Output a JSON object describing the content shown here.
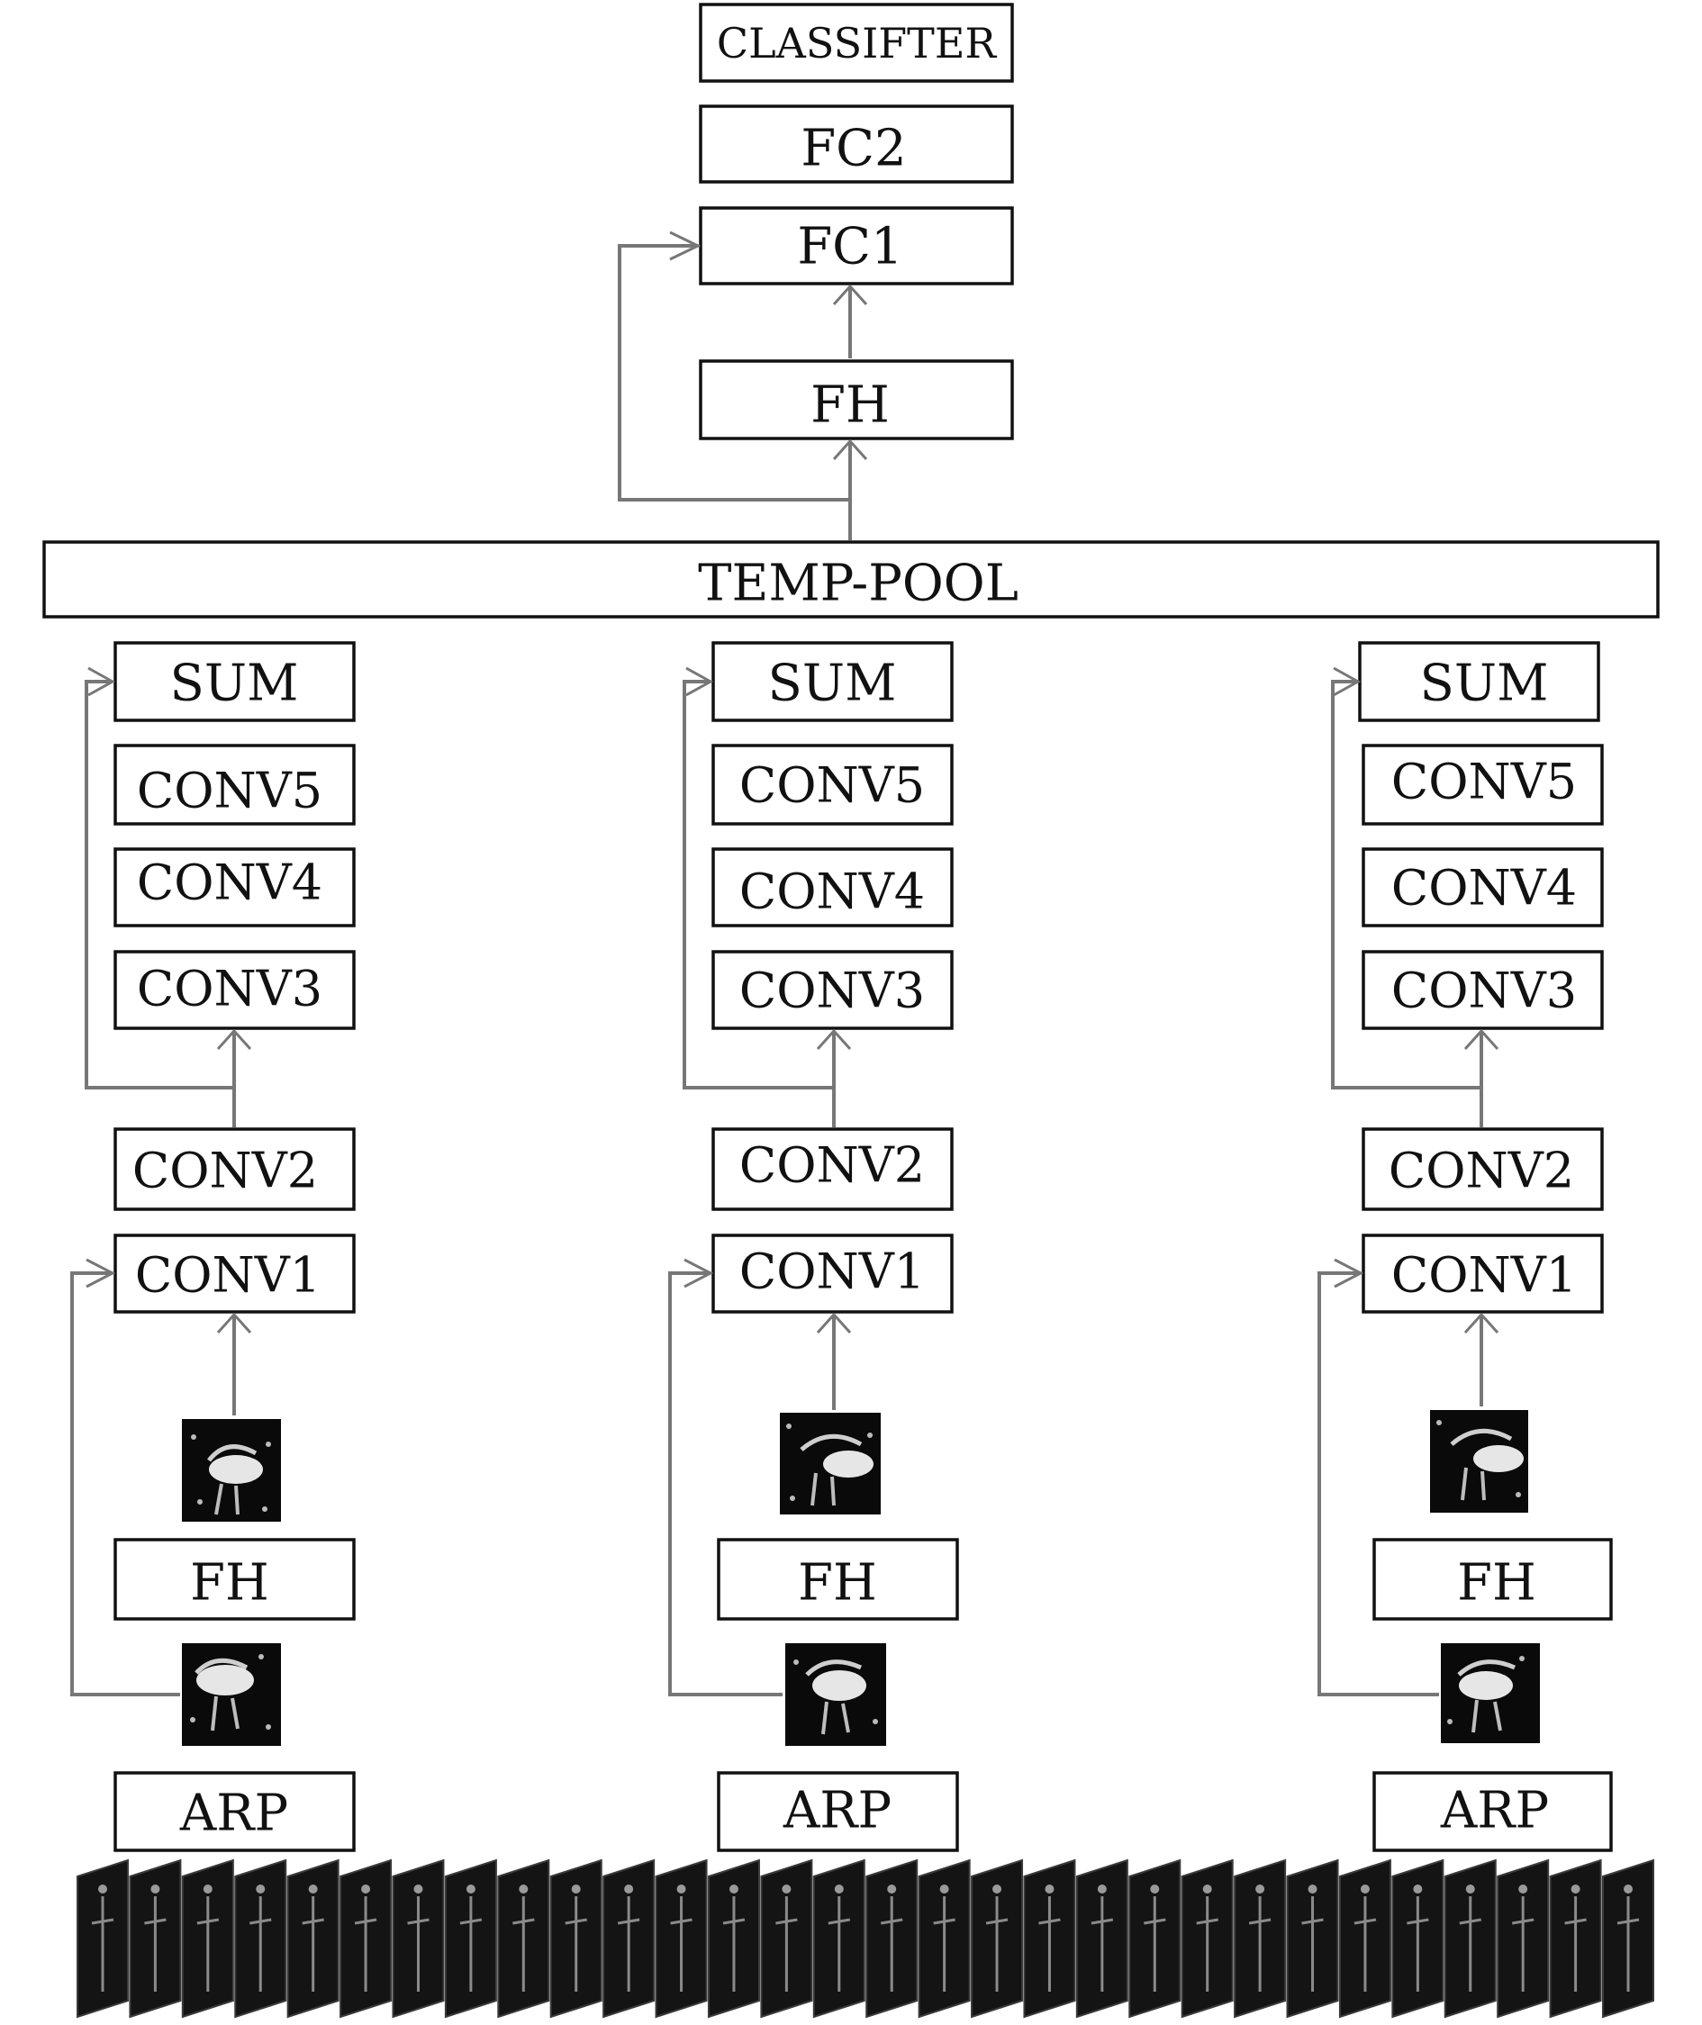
{
  "top": {
    "classifier": "CLASSIFTER",
    "fc2": "FC2",
    "fc1": "FC1",
    "fh": "FH",
    "temp_pool": "TEMP-POOL"
  },
  "branches": [
    {
      "sum": "SUM",
      "conv5": "CONV5",
      "conv4": "CONV4",
      "conv3": "CONV3",
      "conv2": "CONV2",
      "conv1": "CONV1",
      "fh": "FH",
      "arp": "ARP"
    },
    {
      "sum": "SUM",
      "conv5": "CONV5",
      "conv4": "CONV4",
      "conv3": "CONV3",
      "conv2": "CONV2",
      "conv1": "CONV1",
      "fh": "FH",
      "arp": "ARP"
    },
    {
      "sum": "SUM",
      "conv5": "CONV5",
      "conv4": "CONV4",
      "conv3": "CONV3",
      "conv2": "CONV2",
      "conv1": "CONV1",
      "fh": "FH",
      "arp": "ARP"
    }
  ],
  "colors": {
    "box_stroke": "#111111",
    "connector": "#777777",
    "image_background": "#0a0a0a"
  }
}
